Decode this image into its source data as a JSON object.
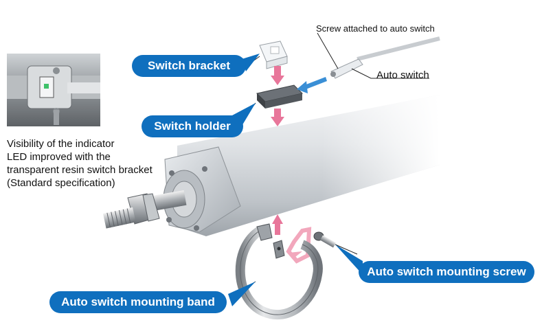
{
  "labels": {
    "switch_bracket": "Switch bracket",
    "switch_holder": "Switch holder",
    "auto_switch_mounting_screw": "Auto switch mounting screw",
    "auto_switch_mounting_band": "Auto switch mounting band",
    "auto_switch": "Auto switch",
    "screw_attached": "Screw attached to auto switch"
  },
  "note": {
    "line1": "Visibility of the indicator",
    "line2": "LED improved with the",
    "line3": "transparent resin switch bracket",
    "line4": "(Standard specification)"
  },
  "colors": {
    "pill": "#0f6fbe",
    "arrow_pink": "#e8769a",
    "arrow_blue": "#3a8fd6",
    "cylinder": "#c9cdd2"
  }
}
